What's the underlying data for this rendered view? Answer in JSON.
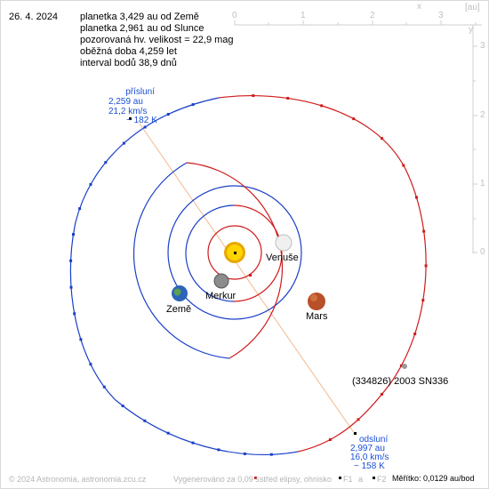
{
  "date": "26. 4. 2024",
  "info_lines": [
    "planetka 3,429 au od Země",
    "planetka 2,961 au od Slunce",
    "pozorovaná hv. velikost = 22,9 mag",
    "oběžná doba 4,259 let",
    "interval bodů 38,9 dnů"
  ],
  "perihelion": {
    "title": "přísluní",
    "distance": "2,259 au",
    "speed": "21,2 km/s",
    "temperature": "~ 182 K"
  },
  "aphelion": {
    "title": "odsluní",
    "distance": "2,997 au",
    "speed": "16,0 km/s",
    "temperature": "~ 158 K"
  },
  "planets": {
    "venus": "Venuše",
    "mercury": "Merkur",
    "earth": "Země",
    "mars": "Mars"
  },
  "asteroid_label": "(334826) 2003 SN336",
  "axes": {
    "top_ticks": [
      "0",
      "1",
      "2",
      "3"
    ],
    "top_letter_x": "x",
    "unit": "[au]",
    "right_ticks": [
      "3",
      "2",
      "1",
      "0"
    ],
    "right_letter_y": "y"
  },
  "footer": {
    "copyright": "© 2024 Astronomia, astronomia.zcu.cz",
    "generated": "Vygenerováno za 0,09 s",
    "legend_center": "střed elipsy, ohnisko",
    "legend_f1": "F1",
    "legend_a": "a",
    "legend_f2": "F2",
    "scale": "Měřítko: 0,0129 au/bod"
  },
  "colors": {
    "above_ecliptic": "#d01a1a",
    "below_ecliptic": "#1a3fc8",
    "apsis_line": "#f2b98e",
    "frame": "#d8d8d8",
    "sun": "#ffd400"
  }
}
